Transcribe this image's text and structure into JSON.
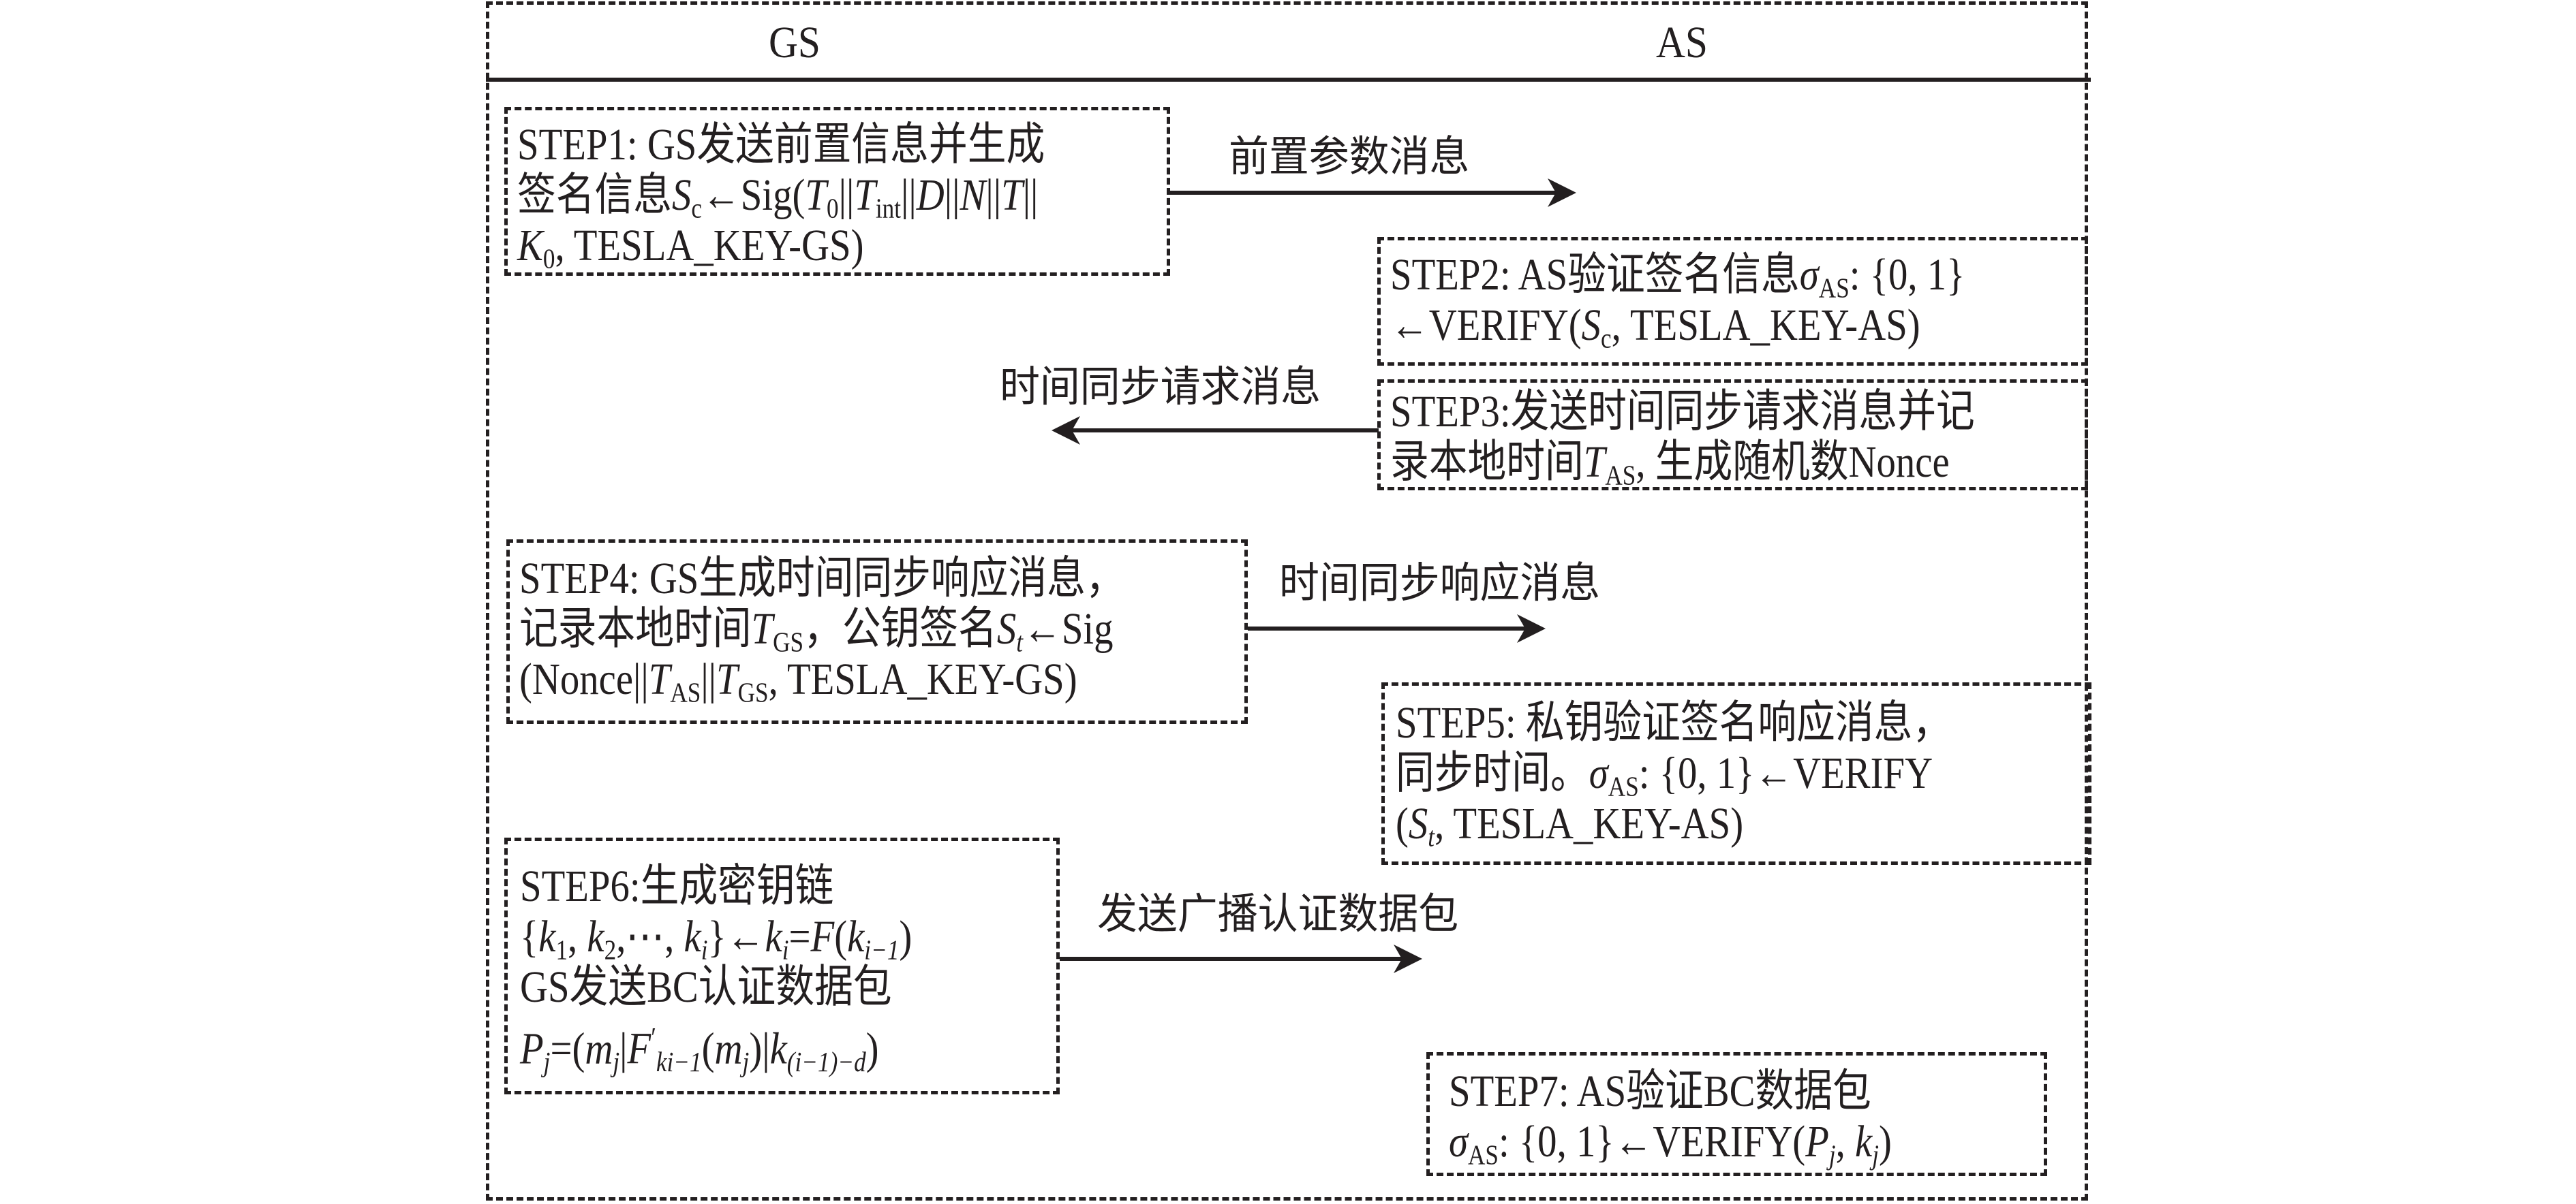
{
  "header": {
    "left_party": "GS",
    "right_party": "AS"
  },
  "steps": [
    {
      "id": "step1",
      "side": "GS",
      "lines": [
        [
          {
            "t": "STEP1: GS发送前置信息并生成"
          }
        ],
        [
          {
            "t": "签名信息"
          },
          {
            "t": "S",
            "k": "var"
          },
          {
            "t": "c",
            "k": "sub"
          },
          {
            "t": "←Sig("
          },
          {
            "t": "T",
            "k": "var"
          },
          {
            "t": "0",
            "k": "sub"
          },
          {
            "t": "||"
          },
          {
            "t": "T",
            "k": "var"
          },
          {
            "t": "int",
            "k": "sub"
          },
          {
            "t": "||"
          },
          {
            "t": "D",
            "k": "var"
          },
          {
            "t": "||"
          },
          {
            "t": "N",
            "k": "var"
          },
          {
            "t": "||"
          },
          {
            "t": "T",
            "k": "var"
          },
          {
            "t": "||"
          }
        ],
        [
          {
            "t": "K",
            "k": "var"
          },
          {
            "t": "0",
            "k": "sub"
          },
          {
            "t": ", TESLA_KEY-GS)"
          }
        ]
      ]
    },
    {
      "id": "step2",
      "side": "AS",
      "lines": [
        [
          {
            "t": "STEP2: AS验证签名信息"
          },
          {
            "t": "σ",
            "k": "var"
          },
          {
            "t": "AS",
            "k": "sub"
          },
          {
            "t": ": {0, 1}"
          }
        ],
        [
          {
            "t": "←VERIFY("
          },
          {
            "t": "S",
            "k": "var"
          },
          {
            "t": "c",
            "k": "sub"
          },
          {
            "t": ", TESLA_KEY-AS)"
          }
        ]
      ]
    },
    {
      "id": "step3",
      "side": "AS",
      "lines": [
        [
          {
            "t": "STEP3:发送时间同步请求消息并记"
          }
        ],
        [
          {
            "t": "录本地时间"
          },
          {
            "t": "T",
            "k": "var"
          },
          {
            "t": "AS",
            "k": "sub"
          },
          {
            "t": ", 生成随机数Nonce"
          }
        ]
      ]
    },
    {
      "id": "step4",
      "side": "GS",
      "lines": [
        [
          {
            "t": "STEP4: GS生成时间同步响应消息，"
          }
        ],
        [
          {
            "t": "记录本地时间"
          },
          {
            "t": "T",
            "k": "var"
          },
          {
            "t": "GS",
            "k": "sub"
          },
          {
            "t": "，公钥签名"
          },
          {
            "t": "S",
            "k": "var"
          },
          {
            "t": "t",
            "k": "subvar"
          },
          {
            "t": "←Sig"
          }
        ],
        [
          {
            "t": "(Nonce||"
          },
          {
            "t": "T",
            "k": "var"
          },
          {
            "t": "AS",
            "k": "sub"
          },
          {
            "t": "||"
          },
          {
            "t": "T",
            "k": "var"
          },
          {
            "t": "GS",
            "k": "sub"
          },
          {
            "t": ", TESLA_KEY-GS)"
          }
        ]
      ]
    },
    {
      "id": "step5",
      "side": "AS",
      "lines": [
        [
          {
            "t": "STEP5: 私钥验证签名响应消息，"
          }
        ],
        [
          {
            "t": "同步时间。"
          },
          {
            "t": "σ",
            "k": "var"
          },
          {
            "t": "AS",
            "k": "sub"
          },
          {
            "t": ": {0, 1}←VERIFY"
          }
        ],
        [
          {
            "t": "("
          },
          {
            "t": "S",
            "k": "var"
          },
          {
            "t": "t",
            "k": "subvar"
          },
          {
            "t": ", TESLA_KEY-AS)"
          }
        ]
      ]
    },
    {
      "id": "step6",
      "side": "GS",
      "lines": [
        [
          {
            "t": "STEP6:生成密钥链"
          }
        ],
        [
          {
            "t": "{"
          },
          {
            "t": "k",
            "k": "var"
          },
          {
            "t": "1",
            "k": "sub"
          },
          {
            "t": ", "
          },
          {
            "t": "k",
            "k": "var"
          },
          {
            "t": "2",
            "k": "sub"
          },
          {
            "t": ",⋯, "
          },
          {
            "t": "k",
            "k": "var"
          },
          {
            "t": "i",
            "k": "subvar"
          },
          {
            "t": "}←"
          },
          {
            "t": "k",
            "k": "var"
          },
          {
            "t": "i",
            "k": "subvar"
          },
          {
            "t": "="
          },
          {
            "t": "F",
            "k": "var"
          },
          {
            "t": "("
          },
          {
            "t": "k",
            "k": "var"
          },
          {
            "t": "i−1",
            "k": "subvar"
          },
          {
            "t": ")"
          }
        ],
        [
          {
            "t": "GS发送BC认证数据包"
          }
        ],
        [
          {
            "t": "P",
            "k": "var"
          },
          {
            "t": "j",
            "k": "subvar"
          },
          {
            "t": "=("
          },
          {
            "t": "m",
            "k": "var"
          },
          {
            "t": "j",
            "k": "subvar"
          },
          {
            "t": "|"
          },
          {
            "t": "F",
            "k": "var"
          },
          {
            "t": "′",
            "k": "sup"
          },
          {
            "t": "k",
            "k": "subvar"
          },
          {
            "t": "i−1",
            "k": "subvar"
          },
          {
            "t": "("
          },
          {
            "t": "m",
            "k": "var"
          },
          {
            "t": "j",
            "k": "subvar"
          },
          {
            "t": ")|"
          },
          {
            "t": "k",
            "k": "var"
          },
          {
            "t": "(i−1)−d",
            "k": "subvar"
          },
          {
            "t": ")"
          }
        ]
      ]
    },
    {
      "id": "step7",
      "side": "AS",
      "lines": [
        [
          {
            "t": "STEP7: AS验证BC数据包"
          }
        ],
        [
          {
            "t": "σ",
            "k": "var"
          },
          {
            "t": "AS",
            "k": "sub"
          },
          {
            "t": ": {0, 1}←VERIFY("
          },
          {
            "t": "P",
            "k": "var"
          },
          {
            "t": "j",
            "k": "subvar"
          },
          {
            "t": ", "
          },
          {
            "t": "k",
            "k": "var"
          },
          {
            "t": "j",
            "k": "subvar"
          },
          {
            "t": ")"
          }
        ]
      ]
    }
  ],
  "messages": [
    {
      "id": "msg1",
      "label": "前置参数消息",
      "direction": "GS→AS",
      "from_step": "step1"
    },
    {
      "id": "msg2",
      "label": "时间同步请求消息",
      "direction": "AS→GS",
      "from_step": "step3"
    },
    {
      "id": "msg3",
      "label": "时间同步响应消息",
      "direction": "GS→AS",
      "from_step": "step4"
    },
    {
      "id": "msg4",
      "label": "发送广播认证数据包",
      "direction": "GS→AS",
      "from_step": "step6"
    }
  ],
  "colors": {
    "ink": "#231f20",
    "background": "#ffffff"
  }
}
